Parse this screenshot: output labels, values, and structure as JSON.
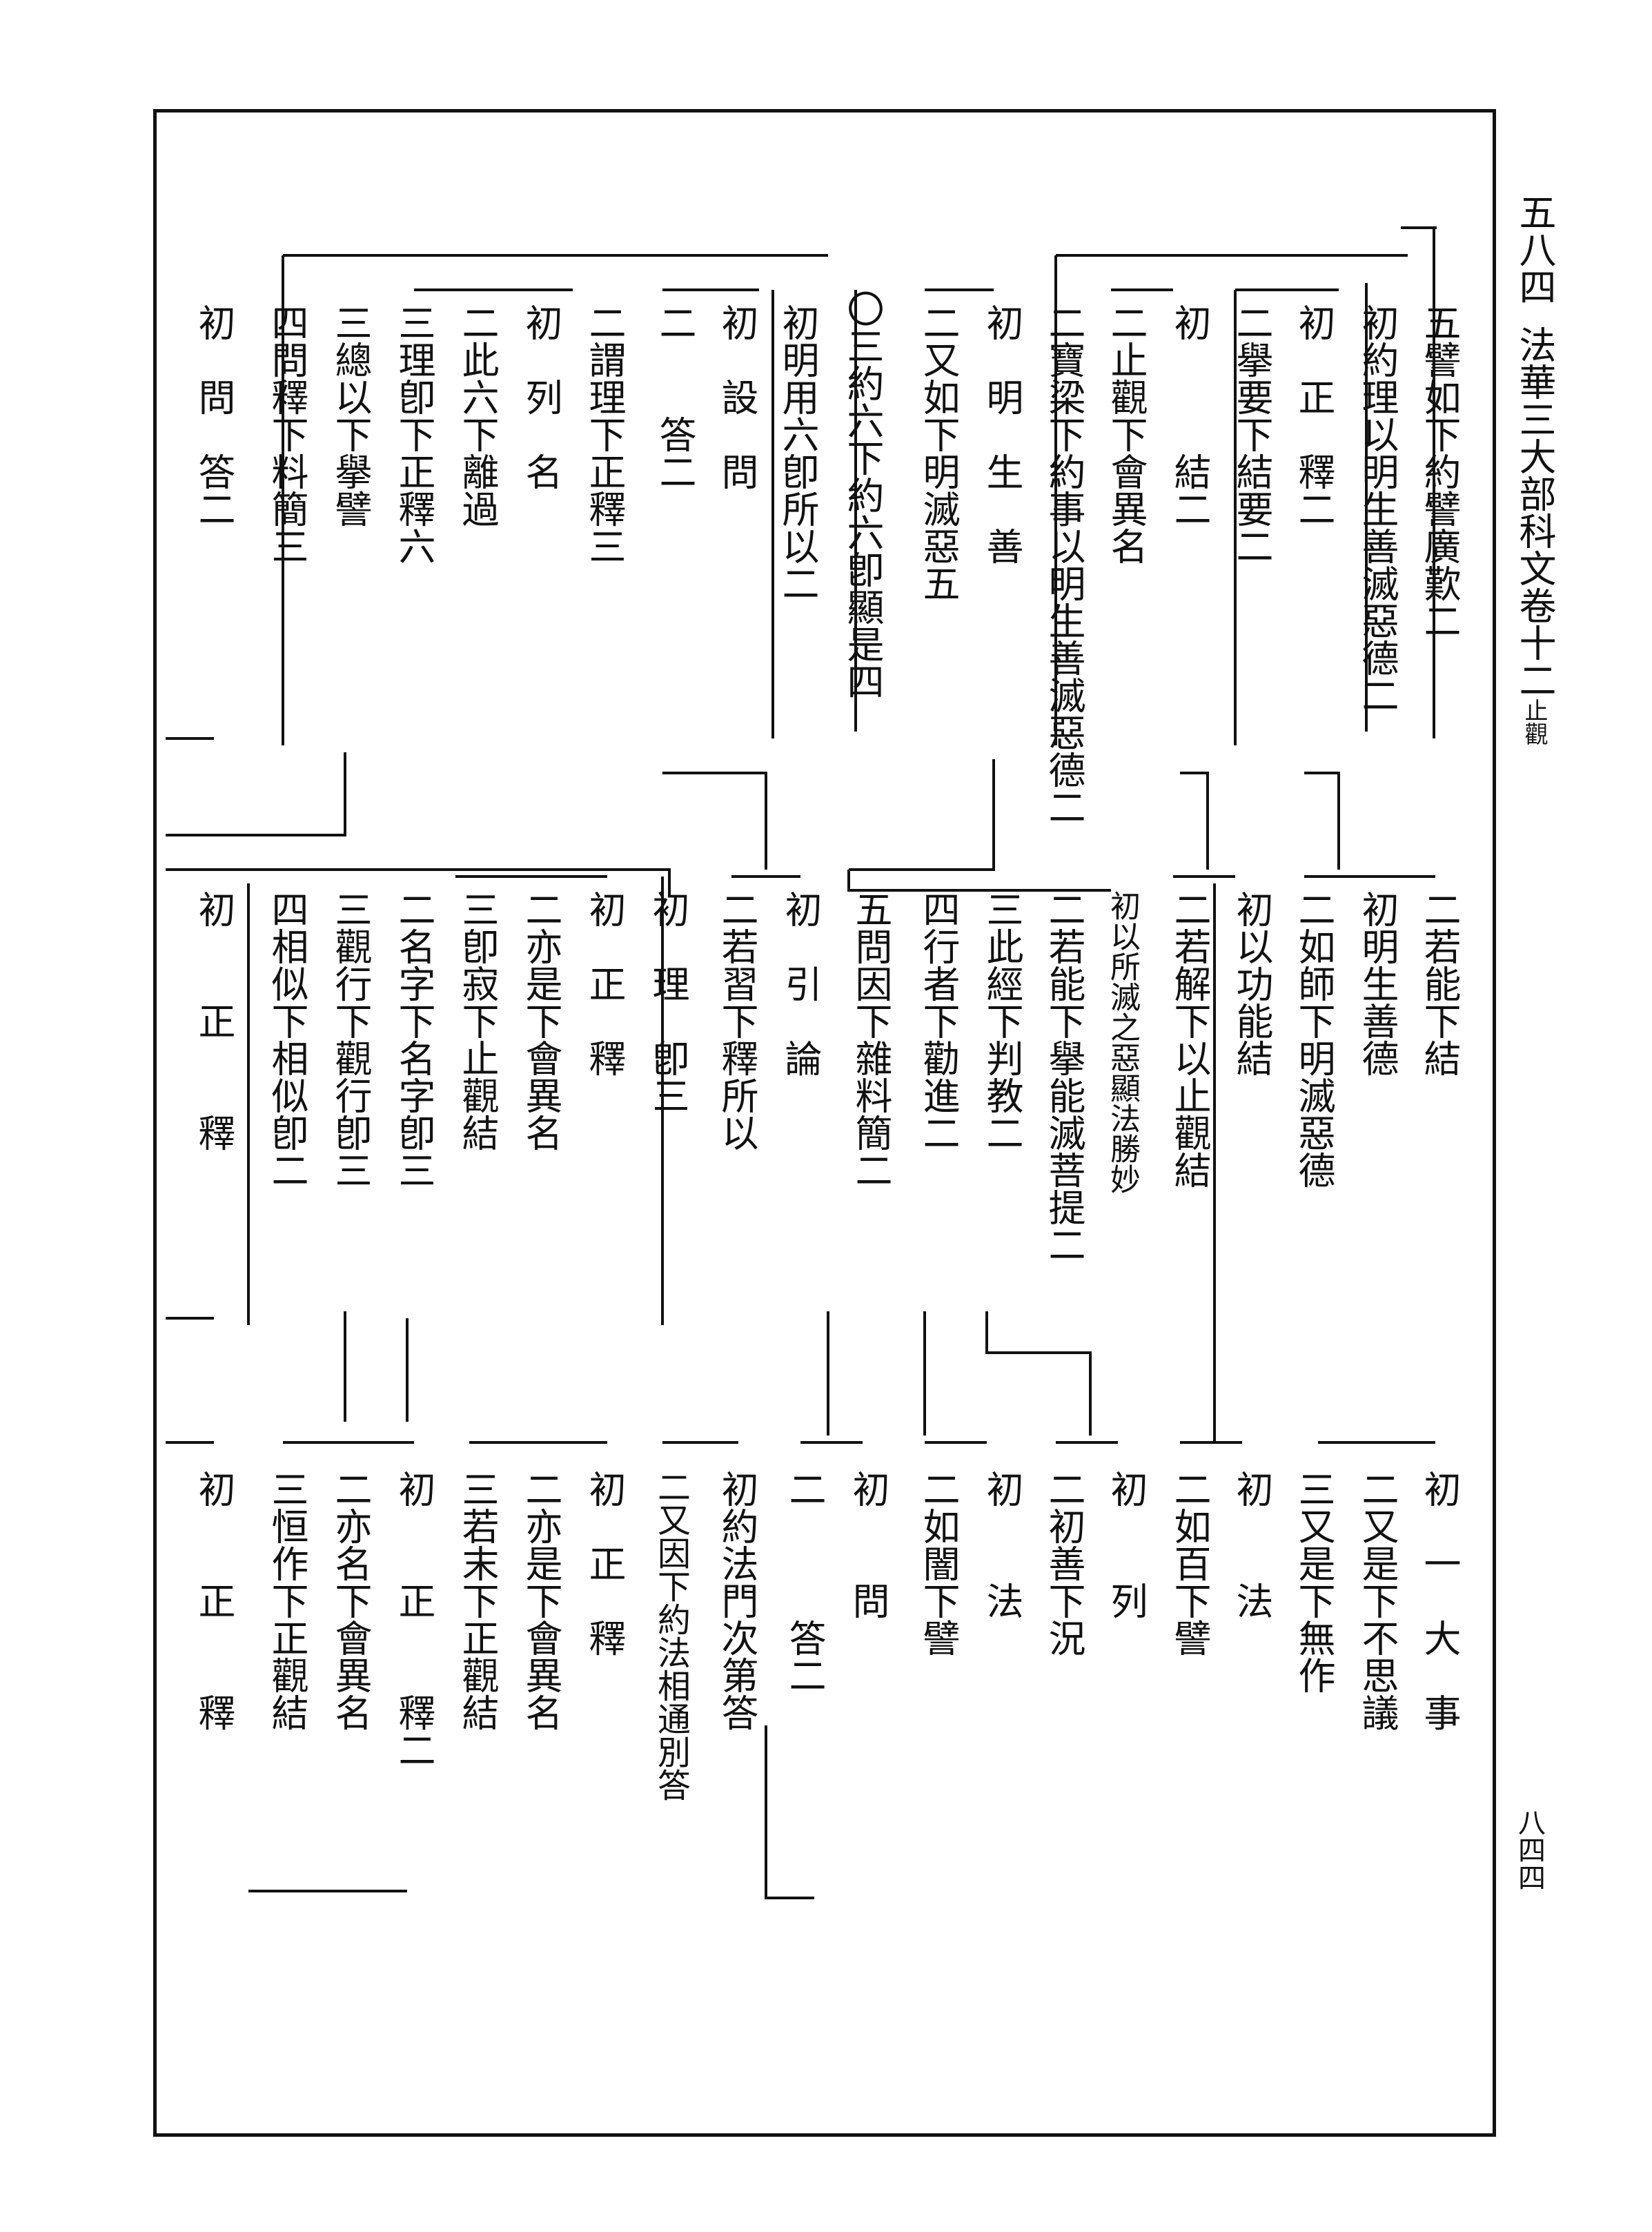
{
  "running_header": {
    "volume_page": "五八四",
    "title": "法華三大部科文卷十二",
    "section": "止觀",
    "folio": "八四四"
  },
  "top_block": [
    {
      "id": "t1",
      "text": "五譬如下約譬廣歎二",
      "head": "五",
      "body": "譬如下約譬廣歎",
      "count": "二"
    },
    {
      "id": "t2",
      "text": "初約理以明生善滅惡德二",
      "head": "初",
      "body": "約理以明生善滅惡德",
      "count": "二"
    },
    {
      "id": "t3",
      "text": "初　正　釋二",
      "head": "初",
      "body": "正釋",
      "count": "二"
    },
    {
      "id": "t4",
      "text": "二擧要下結要二",
      "head": "二",
      "body": "擧要下結要",
      "count": "二"
    },
    {
      "id": "t5",
      "text": "初　　　結二",
      "head": "初",
      "body": "結",
      "count": "二"
    },
    {
      "id": "t6",
      "text": "二止觀下會異名",
      "head": "二",
      "body": "止觀下會異名",
      "count": ""
    },
    {
      "id": "t7",
      "text": "二寶梁下約事以明生善滅惡德二",
      "head": "二",
      "note": "寶梁下約",
      "body": "事以明生善滅惡德",
      "count": "二"
    },
    {
      "id": "t8",
      "text": "初　明　生　善",
      "head": "初",
      "body": "明生善",
      "count": ""
    },
    {
      "id": "t9",
      "text": "二又如下明滅惡五",
      "head": "二",
      "body": "又如下明滅惡",
      "count": "五"
    },
    {
      "id": "t10",
      "text": "〇三約六下約六卽顯是四",
      "head": "〇三",
      "body": "約六下約六卽顯是",
      "count": "四"
    },
    {
      "id": "t11",
      "text": "初明用六卽所以二",
      "head": "初",
      "body": "明用六卽所以",
      "count": "二"
    },
    {
      "id": "t12",
      "text": "初　設　問",
      "head": "初",
      "body": "設問",
      "count": ""
    },
    {
      "id": "t13",
      "text": "二　　答二",
      "head": "二",
      "body": "答",
      "count": "二"
    },
    {
      "id": "t14",
      "text": "二謂理下正釋三",
      "head": "二",
      "body": "謂理下正釋",
      "count": "三"
    },
    {
      "id": "t15",
      "text": "初　列　名",
      "head": "初",
      "body": "列名",
      "count": ""
    },
    {
      "id": "t16",
      "text": "二此六下離過",
      "head": "二",
      "body": "此六下離過",
      "count": ""
    },
    {
      "id": "t17",
      "text": "三理卽下正釋六",
      "head": "三",
      "body": "理卽下正釋",
      "count": "六"
    },
    {
      "id": "t18",
      "text": "三總以下擧譬",
      "head": "三",
      "body": "總以下擧譬",
      "count": ""
    },
    {
      "id": "t19",
      "text": "四問釋下料簡三",
      "head": "四",
      "body": "問釋下料簡",
      "count": "三"
    },
    {
      "id": "t20",
      "text": "初　問　答二",
      "head": "初",
      "body": "問答",
      "count": "二"
    }
  ],
  "middle_block": [
    {
      "id": "m1",
      "text": "二若能下結"
    },
    {
      "id": "m2",
      "text": "初明生善德"
    },
    {
      "id": "m3",
      "text": "二如師下明滅惡德"
    },
    {
      "id": "m4",
      "text": "初以功能結"
    },
    {
      "id": "m5",
      "text": "二若解下以止觀結"
    },
    {
      "id": "m6",
      "text": "初以所滅之惡顯法勝妙"
    },
    {
      "id": "m7",
      "text": "二若能下擧能滅菩提二"
    },
    {
      "id": "m8",
      "text": "三此經下判教二"
    },
    {
      "id": "m9",
      "text": "四行者下勸進二"
    },
    {
      "id": "m10",
      "text": "五問因下雜料簡二"
    },
    {
      "id": "m11",
      "text": "初　引　論"
    },
    {
      "id": "m12",
      "text": "二若習下釋所以"
    },
    {
      "id": "m13",
      "text": "初　理　卽三"
    },
    {
      "id": "m14",
      "text": "初　正　釋"
    },
    {
      "id": "m15",
      "text": "二亦是下會異名"
    },
    {
      "id": "m16",
      "text": "三卽寂下止觀結"
    },
    {
      "id": "m17",
      "text": "二名字下名字卽三"
    },
    {
      "id": "m18",
      "text": "三觀行下觀行卽三"
    },
    {
      "id": "m19",
      "text": "四相似下相似卽二"
    },
    {
      "id": "m20",
      "text": "初　　正　　釋"
    }
  ],
  "bottom_block": [
    {
      "id": "b1",
      "text": "初　一　大　事"
    },
    {
      "id": "b2",
      "text": "二又是下不思議"
    },
    {
      "id": "b3",
      "text": "三又是下無作"
    },
    {
      "id": "b4",
      "text": "初　　法"
    },
    {
      "id": "b5",
      "text": "二如百下譬"
    },
    {
      "id": "b6",
      "text": "初　　列"
    },
    {
      "id": "b7",
      "text": "二初善下況"
    },
    {
      "id": "b8",
      "text": "初　　法"
    },
    {
      "id": "b9",
      "text": "二如闇下譬"
    },
    {
      "id": "b10",
      "text": "初　　問"
    },
    {
      "id": "b11",
      "text": "二　　　答二"
    },
    {
      "id": "b12",
      "text": "初約法門次第答"
    },
    {
      "id": "b13",
      "text": "二又因下約法相通別答"
    },
    {
      "id": "b14",
      "text": "初　正　釋"
    },
    {
      "id": "b15",
      "text": "二亦是下會異名"
    },
    {
      "id": "b16",
      "text": "三若末下正觀結"
    },
    {
      "id": "b17",
      "text": "初　　正　　釋二"
    },
    {
      "id": "b18",
      "text": "二亦名下會異名"
    },
    {
      "id": "b19",
      "text": "三恒作下正觀結"
    },
    {
      "id": "b20",
      "text": "初　　正　　釋"
    }
  ]
}
